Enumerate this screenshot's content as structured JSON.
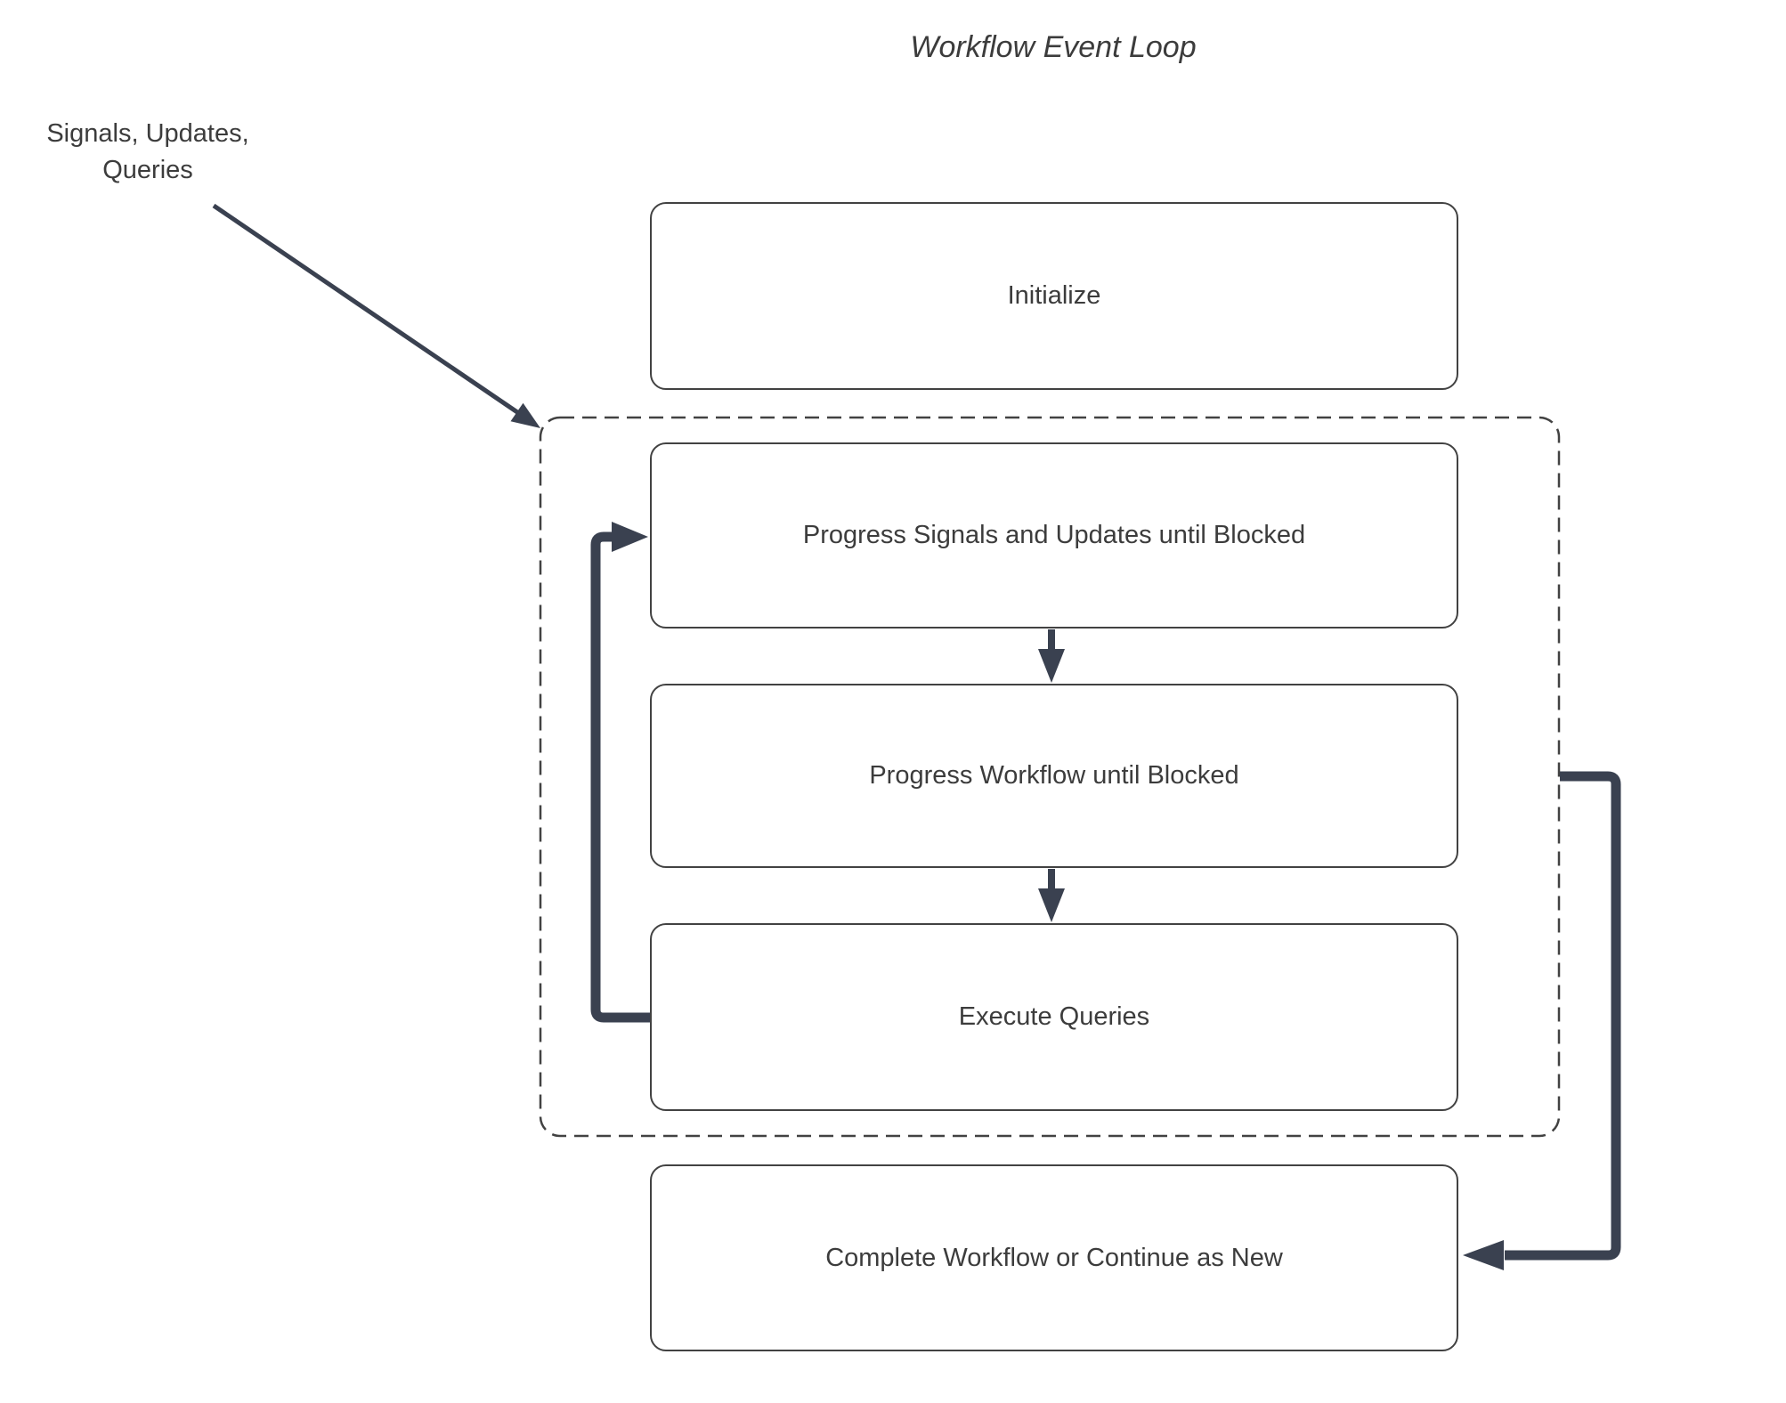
{
  "title": "Workflow Event Loop",
  "annotation": {
    "lines": [
      "Signals, Updates,",
      "Queries"
    ]
  },
  "nodes": [
    {
      "id": "initialize",
      "label": "Initialize"
    },
    {
      "id": "progress-signals",
      "label": "Progress Signals and Updates until Blocked"
    },
    {
      "id": "progress-workflow",
      "label": "Progress Workflow until Blocked"
    },
    {
      "id": "execute-queries",
      "label": "Execute Queries"
    },
    {
      "id": "complete",
      "label": "Complete Workflow or Continue as New"
    }
  ],
  "edges": [
    {
      "from": "signals-updates-queries-annotation",
      "to": "event-loop-boundary",
      "style": "thin-diagonal-arrow"
    },
    {
      "from": "progress-signals",
      "to": "progress-workflow",
      "style": "down-arrow"
    },
    {
      "from": "progress-workflow",
      "to": "execute-queries",
      "style": "down-arrow"
    },
    {
      "from": "execute-queries",
      "to": "progress-signals",
      "style": "thick-loop-back-left"
    },
    {
      "from": "progress-workflow",
      "to": "complete",
      "style": "thick-right-down-into-box"
    }
  ],
  "boundary": {
    "style": "dashed-rounded-rectangle",
    "contains": [
      "progress-signals",
      "progress-workflow",
      "execute-queries"
    ]
  },
  "colors": {
    "arrow": "#3a4150",
    "border": "#424242",
    "text": "#3c3c3c",
    "background": "#ffffff"
  }
}
